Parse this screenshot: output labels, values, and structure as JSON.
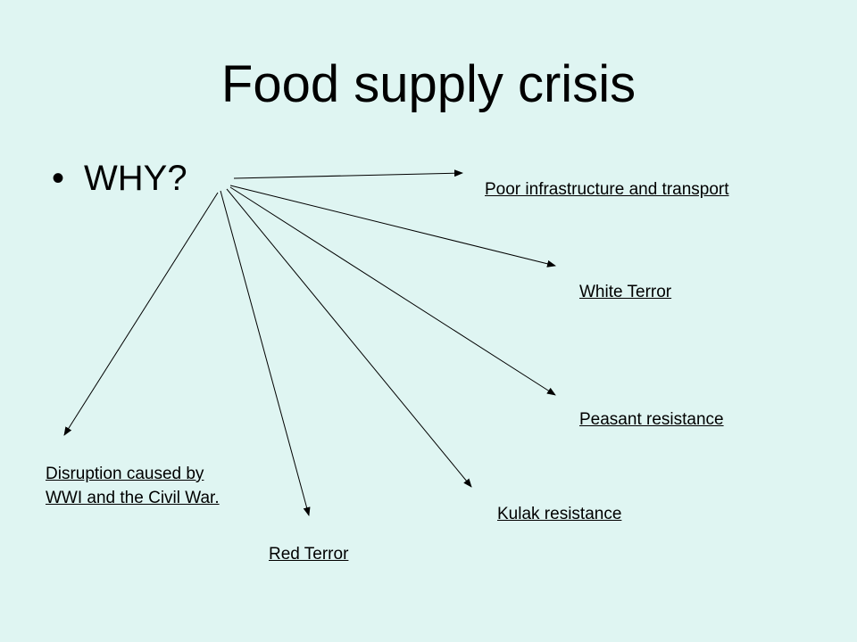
{
  "slide": {
    "title": "Food supply crisis",
    "bullet_glyph": "•",
    "bullet_text": "WHY?"
  },
  "causes": [
    "Poor infrastructure and transport",
    "White Terror",
    "Peasant resistance",
    "Kulak resistance",
    "Red Terror",
    "Disruption caused by WWI and the Civil War."
  ],
  "colors": {
    "background": "#dff5f2",
    "text": "#000000"
  }
}
